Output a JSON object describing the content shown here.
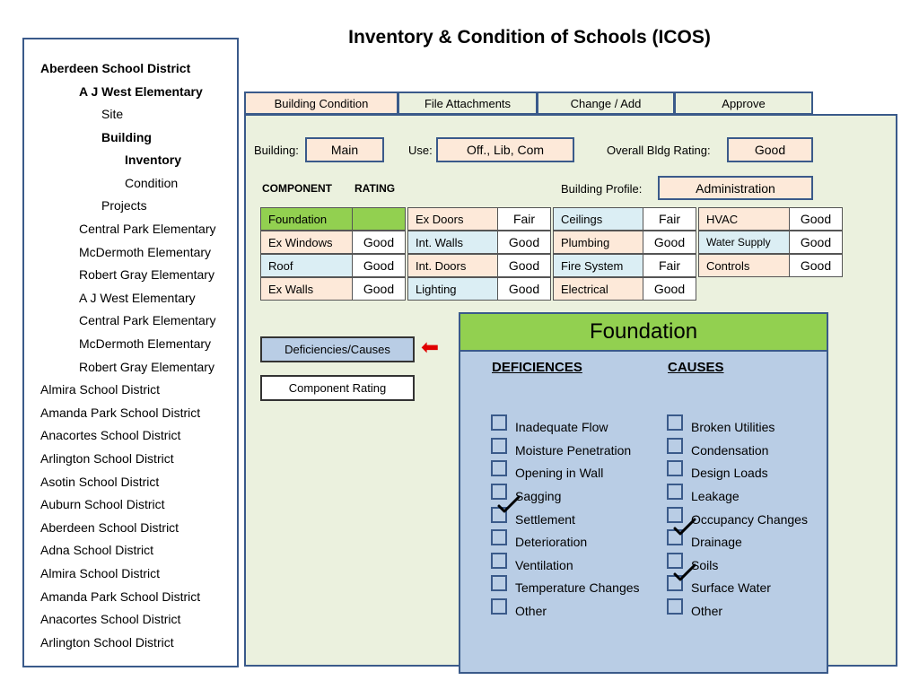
{
  "page": {
    "title": "Inventory & Condition of Schools  (ICOS)"
  },
  "sidebar": {
    "items": [
      {
        "label": "Aberdeen School District",
        "level": 0,
        "bold": true
      },
      {
        "label": "A J West Elementary",
        "level": 1,
        "bold": true
      },
      {
        "label": "Site",
        "level": 2,
        "bold": false
      },
      {
        "label": "Building",
        "level": 2,
        "bold": true
      },
      {
        "label": "Inventory",
        "level": 3,
        "bold": true
      },
      {
        "label": "Condition",
        "level": 3,
        "bold": false
      },
      {
        "label": "Projects",
        "level": 2,
        "bold": false
      },
      {
        "label": "Central Park Elementary",
        "level": 1,
        "bold": false
      },
      {
        "label": "McDermoth Elementary",
        "level": 1,
        "bold": false
      },
      {
        "label": "Robert Gray Elementary",
        "level": 1,
        "bold": false
      },
      {
        "label": "A J West Elementary",
        "level": 1,
        "bold": false
      },
      {
        "label": "Central Park Elementary",
        "level": 1,
        "bold": false
      },
      {
        "label": "McDermoth Elementary",
        "level": 1,
        "bold": false
      },
      {
        "label": "Robert Gray Elementary",
        "level": 1,
        "bold": false
      },
      {
        "label": "Almira School District",
        "level": 0,
        "bold": false
      },
      {
        "label": "Amanda Park School District",
        "level": 0,
        "bold": false
      },
      {
        "label": "Anacortes School District",
        "level": 0,
        "bold": false
      },
      {
        "label": "Arlington School District",
        "level": 0,
        "bold": false
      },
      {
        "label": "Asotin School District",
        "level": 0,
        "bold": false
      },
      {
        "label": "Auburn School District",
        "level": 0,
        "bold": false
      },
      {
        "label": "Aberdeen School District",
        "level": 0,
        "bold": false
      },
      {
        "label": "Adna School District",
        "level": 0,
        "bold": false
      },
      {
        "label": "Almira School District",
        "level": 0,
        "bold": false
      },
      {
        "label": "Amanda Park School District",
        "level": 0,
        "bold": false
      },
      {
        "label": "Anacortes School District",
        "level": 0,
        "bold": false
      },
      {
        "label": "Arlington School District",
        "level": 0,
        "bold": false
      }
    ]
  },
  "tabs": [
    {
      "label": "Building Condition"
    },
    {
      "label": "File Attachments"
    },
    {
      "label": "Change / Add"
    },
    {
      "label": "Approve"
    }
  ],
  "form": {
    "building_label": "Building:",
    "building_value": "Main",
    "use_label": "Use:",
    "use_value": "Off., Lib, Com",
    "rating_label": "Overall Bldg Rating:",
    "rating_value": "Good",
    "profile_label": "Building Profile:",
    "profile_value": "Administration"
  },
  "grid": {
    "header_component": "COMPONENT",
    "header_rating": "RATING",
    "columns": [
      [
        {
          "name": "Foundation",
          "rating": ""
        },
        {
          "name": "Ex Windows",
          "rating": "Good"
        },
        {
          "name": "Roof",
          "rating": "Good"
        },
        {
          "name": "Ex Walls",
          "rating": "Good"
        }
      ],
      [
        {
          "name": "Ex Doors",
          "rating": "Fair"
        },
        {
          "name": "Int. Walls",
          "rating": "Good"
        },
        {
          "name": "Int. Doors",
          "rating": "Good"
        },
        {
          "name": "Lighting",
          "rating": "Good"
        }
      ],
      [
        {
          "name": "Ceilings",
          "rating": "Fair"
        },
        {
          "name": "Plumbing",
          "rating": "Good"
        },
        {
          "name": "Fire System",
          "rating": "Fair"
        },
        {
          "name": "Electrical",
          "rating": "Good"
        }
      ],
      [
        {
          "name": "HVAC",
          "rating": "Good"
        },
        {
          "name": "Water Supply",
          "rating": "Good"
        },
        {
          "name": "Controls",
          "rating": "Good"
        }
      ]
    ]
  },
  "buttons": {
    "deficiencies": "Deficiencies/Causes",
    "component_rating": "Component Rating",
    "arrow": "⬅"
  },
  "popup": {
    "title": "Foundation",
    "deficiences_head": "DEFICIENCES",
    "causes_head": "CAUSES",
    "deficiences": [
      {
        "label": "Inadequate Flow",
        "checked": false
      },
      {
        "label": "Moisture Penetration",
        "checked": false
      },
      {
        "label": "Opening in Wall",
        "checked": false
      },
      {
        "label": "Sagging",
        "checked": false
      },
      {
        "label": "Settlement",
        "checked": true
      },
      {
        "label": "Deterioration",
        "checked": false
      },
      {
        "label": "Ventilation",
        "checked": false
      },
      {
        "label": "Temperature Changes",
        "checked": false
      },
      {
        "label": "Other",
        "checked": false
      }
    ],
    "causes": [
      {
        "label": "Broken Utilities",
        "checked": false
      },
      {
        "label": "Condensation",
        "checked": false
      },
      {
        "label": "Design Loads",
        "checked": false
      },
      {
        "label": "Leakage",
        "checked": false
      },
      {
        "label": "Occupancy Changes",
        "checked": false
      },
      {
        "label": "Drainage",
        "checked": true
      },
      {
        "label": "Soils",
        "checked": false
      },
      {
        "label": "Surface Water",
        "checked": true
      },
      {
        "label": "Other",
        "checked": false
      }
    ]
  },
  "colors": {
    "border": "#3a5a8a",
    "panel": "#ebf1de",
    "peach": "#fde9d9",
    "light_blue": "#dbeef4",
    "green": "#92d050",
    "popup_bg": "#b9cde5",
    "arrow": "#e00000"
  },
  "icons": {
    "check": "checkmark-icon",
    "checkbox": "checkbox-icon",
    "arrow": "left-arrow-icon"
  }
}
